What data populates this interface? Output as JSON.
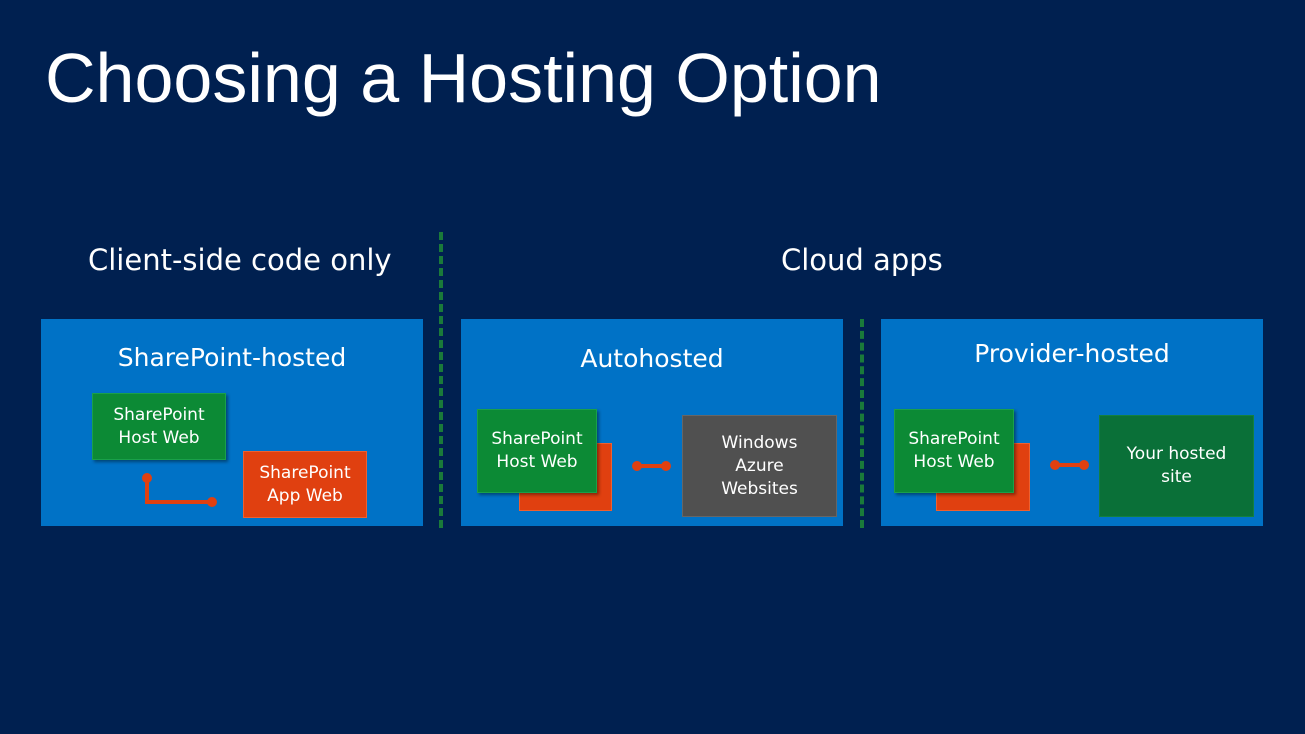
{
  "title": "Choosing a Hosting Option",
  "sections": {
    "client_side": "Client-side code only",
    "cloud_apps": "Cloud apps"
  },
  "panels": {
    "sharepoint_hosted": {
      "title": "SharePoint-hosted",
      "host_web": "SharePoint\nHost Web",
      "app_web": "SharePoint\nApp Web"
    },
    "autohosted": {
      "title": "Autohosted",
      "host_web": "SharePoint\nHost Web",
      "target": "Windows\nAzure\nWebsites"
    },
    "provider_hosted": {
      "title": "Provider-hosted",
      "host_web": "SharePoint\nHost Web",
      "target": "Your hosted\nsite"
    }
  },
  "colors": {
    "background": "#002050",
    "panel": "#0072c6",
    "green": "#0c8a35",
    "orange": "#e04010",
    "gray": "#505050",
    "divider": "#1a7a3a"
  }
}
